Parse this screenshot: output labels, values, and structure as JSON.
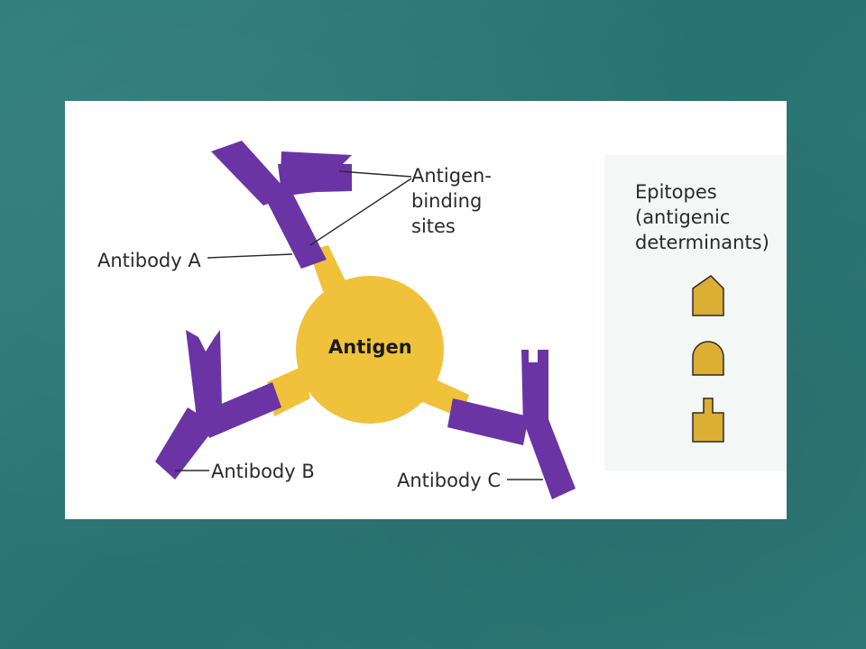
{
  "labels": {
    "binding_sites": [
      "Antigen-",
      "binding",
      "sites"
    ],
    "antibody_a": "Antibody A",
    "antibody_b": "Antibody B",
    "antibody_c": "Antibody C",
    "antigen": "Antigen",
    "epitopes": [
      "Epitopes",
      "(antigenic",
      "determinants)"
    ]
  },
  "colors": {
    "antibody": "#6a34a4",
    "antigen": "#f0c23b",
    "epitope": "#dcae33",
    "background": "#2c7878"
  }
}
